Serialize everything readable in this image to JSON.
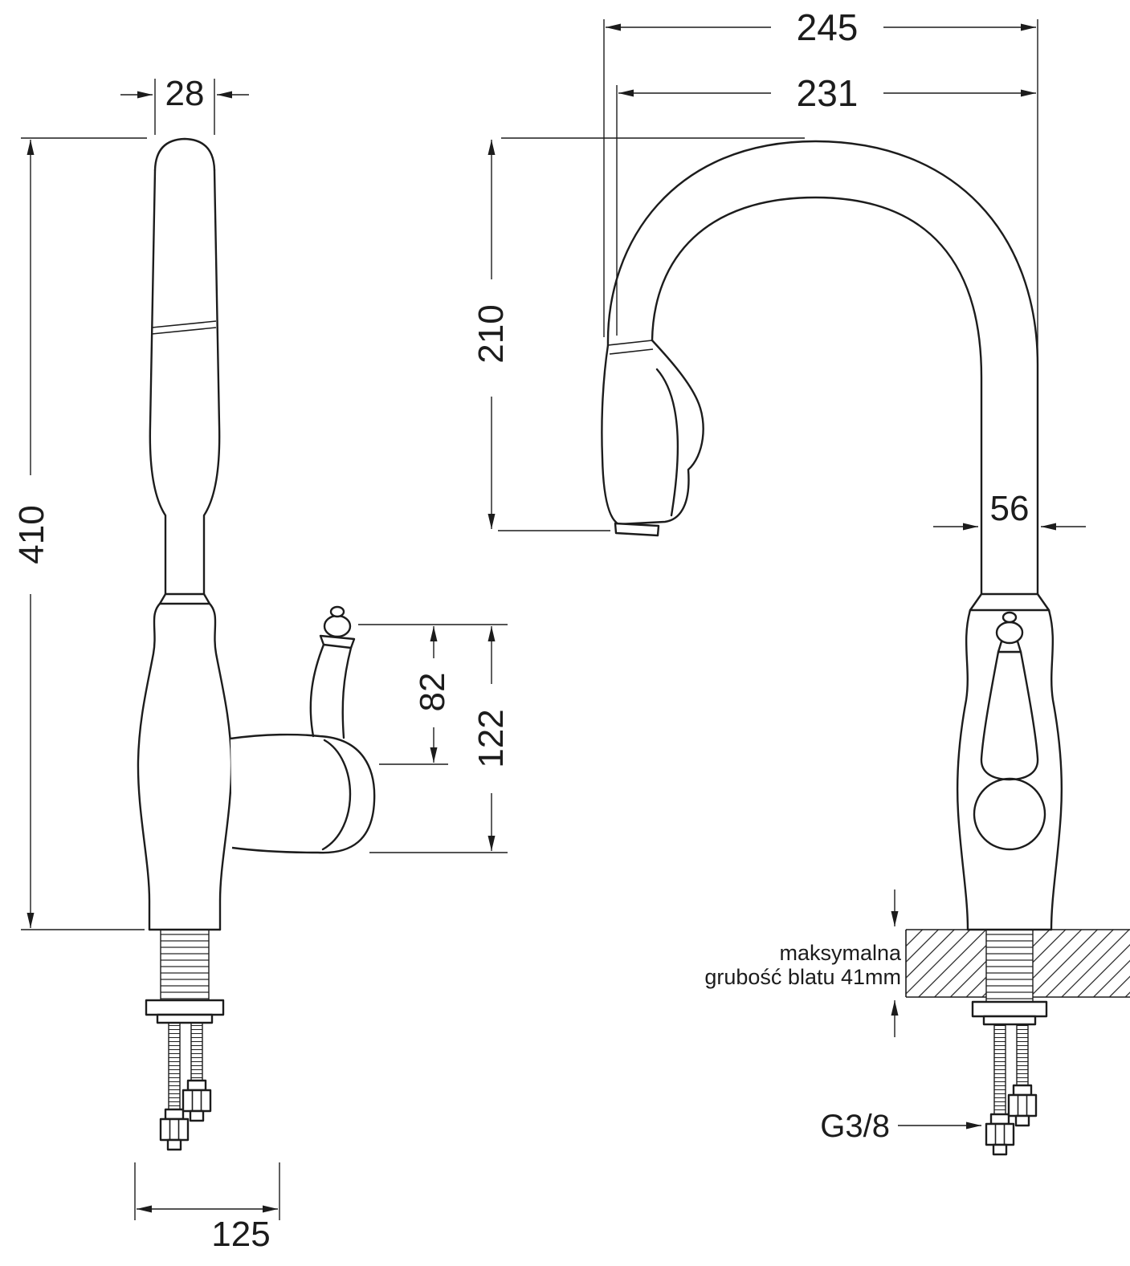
{
  "colors": {
    "line": "#1c1c1c",
    "background": "#ffffff"
  },
  "labels": {
    "overall_width_mm": "245",
    "spout_reach_mm": "231",
    "spout_tip_width_mm": "28",
    "total_height_mm": "410",
    "spout_height_mm": "210",
    "column_width_mm": "56",
    "lever_span_mm": "82",
    "handle_span_mm": "122",
    "base_span_mm": "125",
    "thread_label": "G3/8",
    "counter_note_line1": "maksymalna",
    "counter_note_line2": "grubość blatu 41mm"
  }
}
